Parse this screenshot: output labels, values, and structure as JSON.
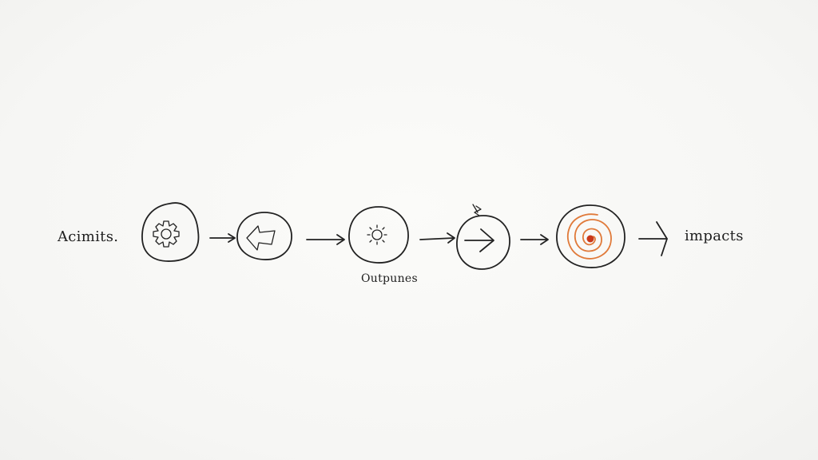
{
  "diagram": {
    "labels": {
      "start": "Acimits.",
      "middle": "Outpunes",
      "end": "impacts"
    },
    "nodes": [
      {
        "icon": "gear-icon"
      },
      {
        "icon": "left-arrow-icon"
      },
      {
        "icon": "sun-gear-icon"
      },
      {
        "icon": "right-arrow-icon"
      },
      {
        "icon": "target-spiral-icon"
      }
    ],
    "colors": {
      "ink": "#222222",
      "spiral": "#e07a3a",
      "center_dot": "#c9381a"
    }
  }
}
